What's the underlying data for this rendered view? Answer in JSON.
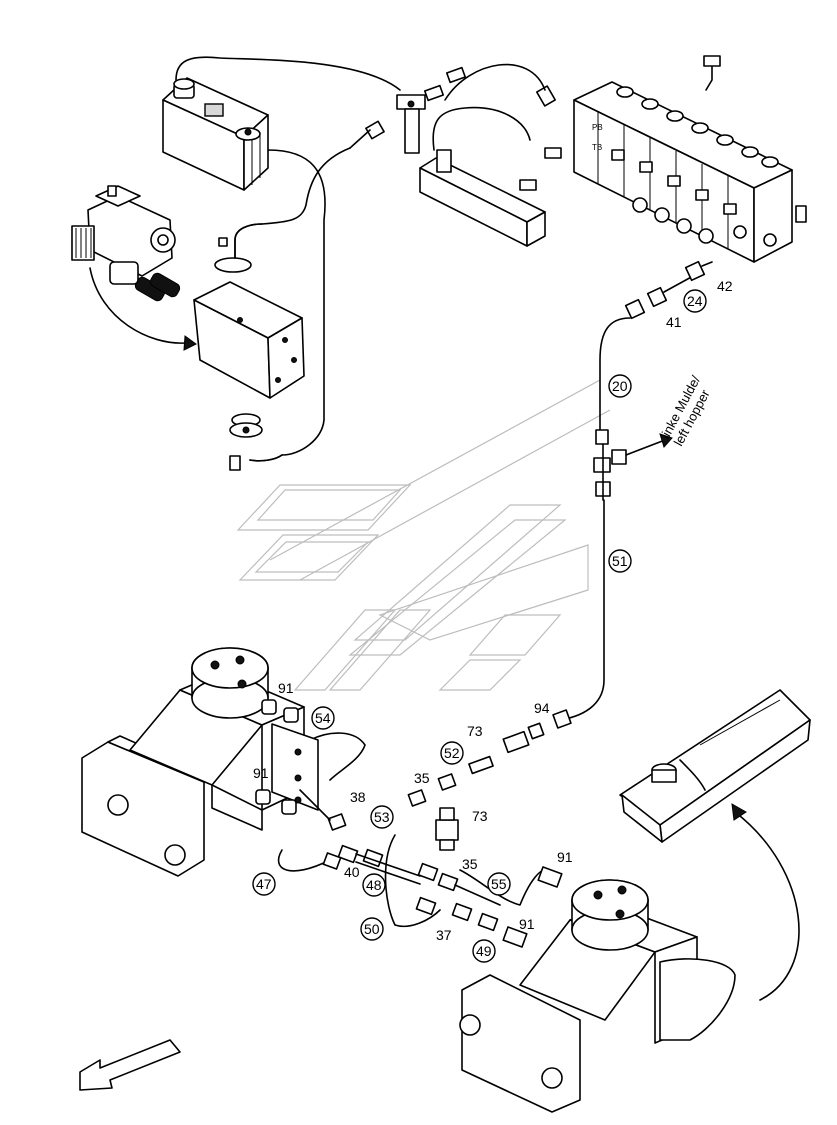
{
  "diagram": {
    "part_labels": {
      "p91a": "91",
      "p54": "54",
      "p91b": "91",
      "p38": "38",
      "p53": "53",
      "p47": "47",
      "p40": "40",
      "p48": "48",
      "p50": "50",
      "p37": "37",
      "p49": "49",
      "p91c": "91",
      "p55": "55",
      "p91d": "91",
      "p35a": "35",
      "p35b": "35",
      "p52": "52",
      "p73a": "73",
      "p73b": "73",
      "p94": "94",
      "p51": "51",
      "p20": "20",
      "p41": "41",
      "p24": "24",
      "p42": "42"
    },
    "valve_port_labels": {
      "pb": "PB",
      "tb": "TB"
    },
    "hopper_note": {
      "line1": "linke Mulde/",
      "line2": "left hopper"
    }
  }
}
